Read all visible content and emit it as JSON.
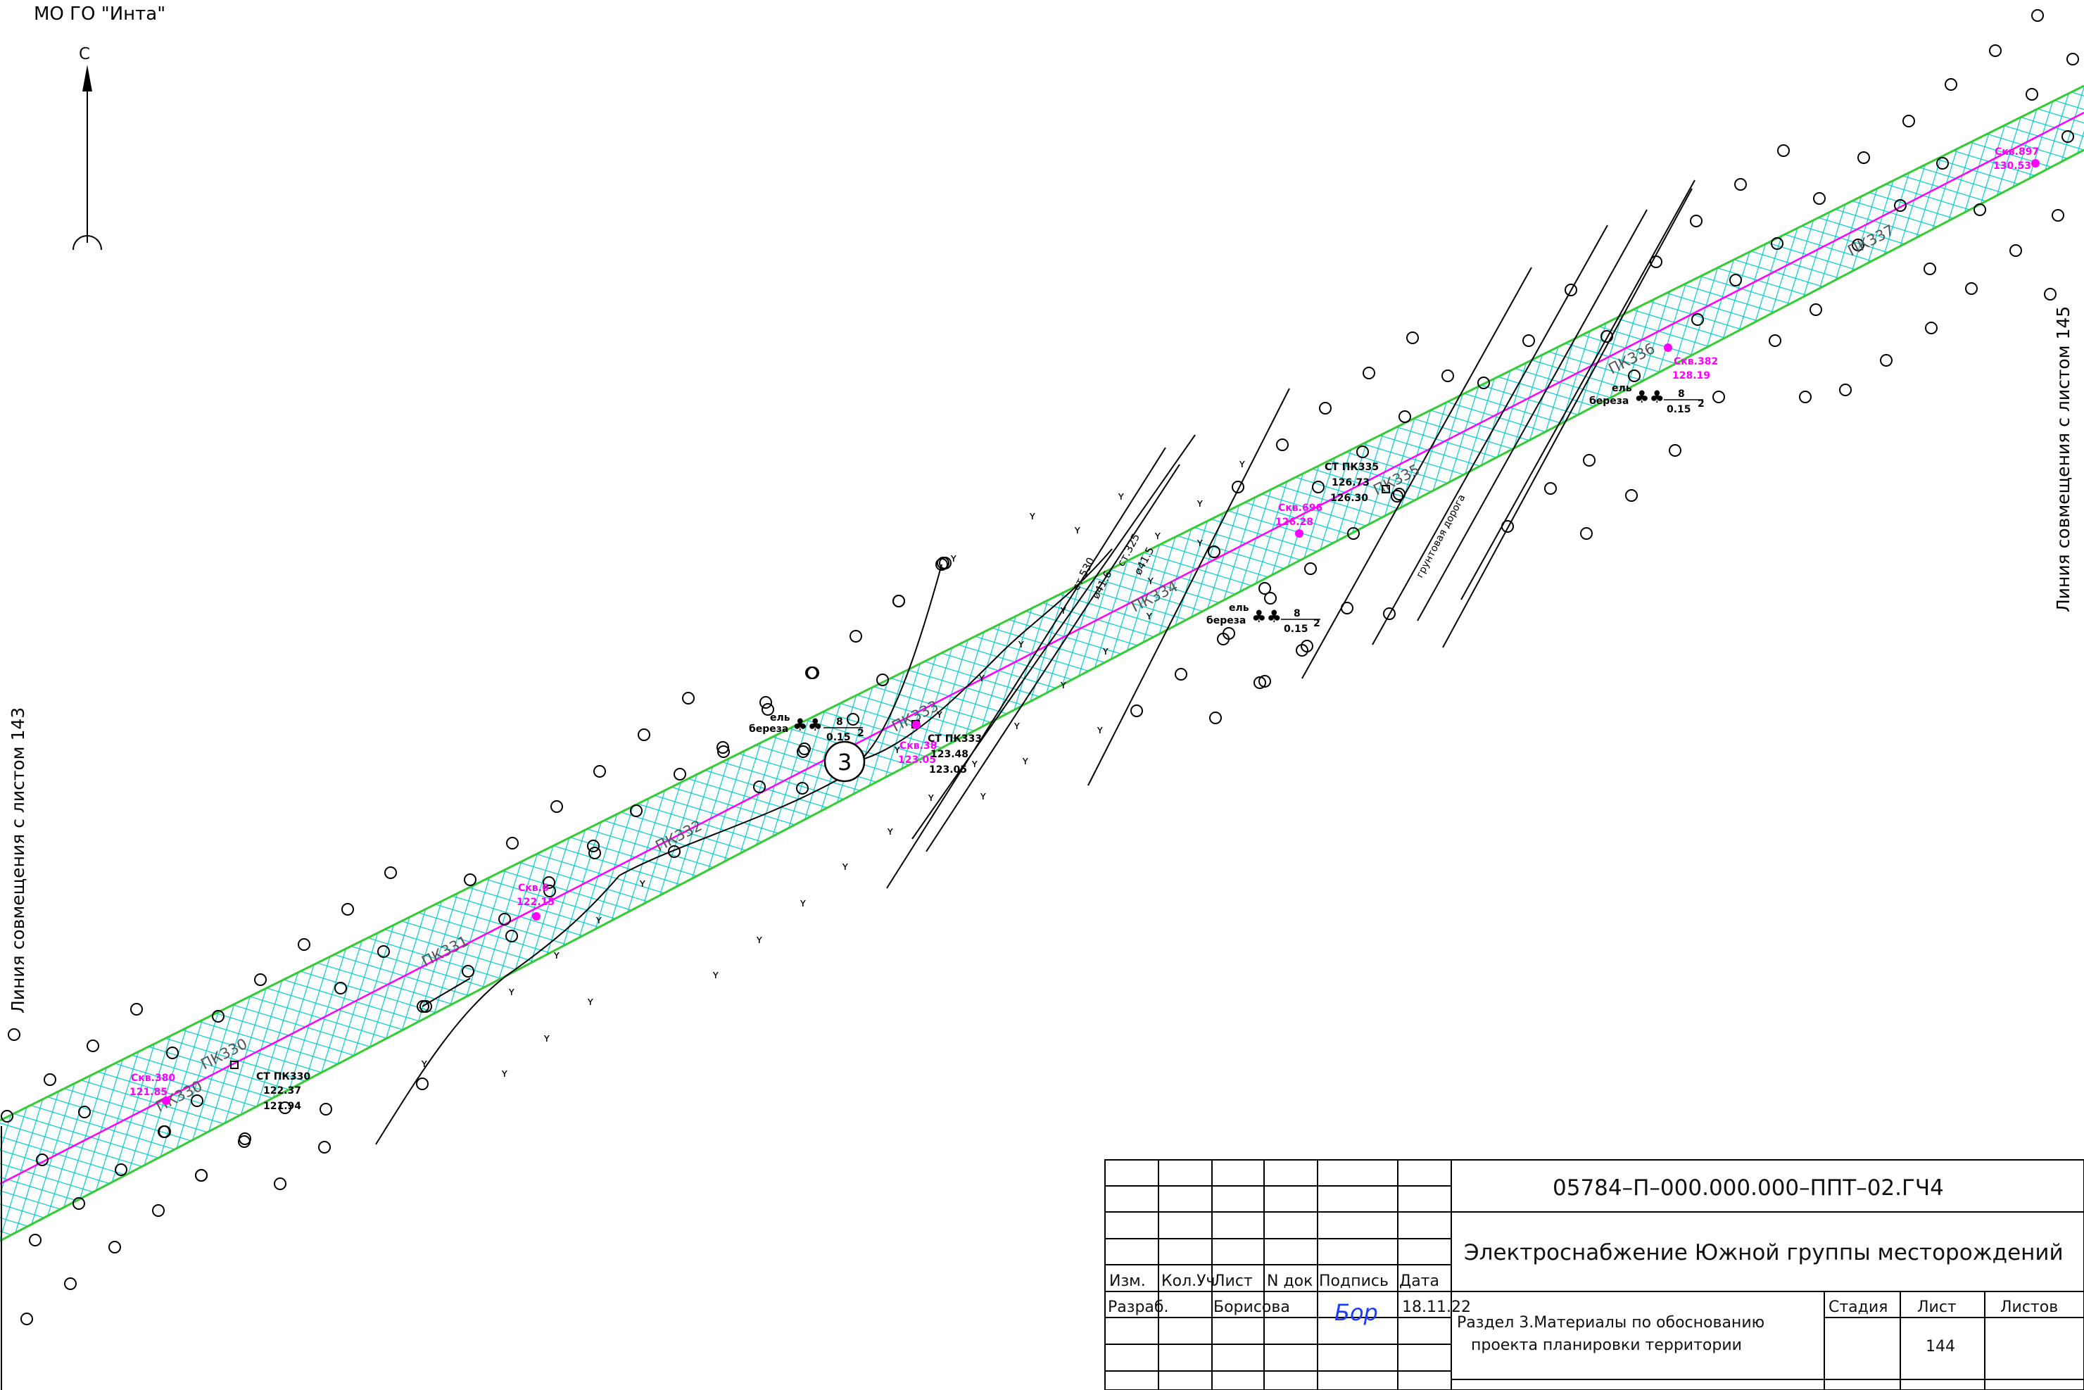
{
  "map": {
    "municipality": "МО ГО \"Инта\"",
    "north_letter": "С",
    "match_line_left": "Линия совмещения с листом 143",
    "match_line_right": "Линия совмещения с листом 145",
    "colors": {
      "corridor_fill": "#00cccc",
      "corridor_border": "#33cc33",
      "axis_line": "#ff00ff",
      "well_labels": "#ff00ff",
      "signature": "#1a3cff"
    },
    "pickets": [
      {
        "label": "ПК330"
      },
      {
        "label": "ПК330"
      },
      {
        "label": "ПК331"
      },
      {
        "label": "ПК332"
      },
      {
        "label": "ПК333"
      },
      {
        "label": "ПК334"
      },
      {
        "label": "ПК335"
      },
      {
        "label": "ПК336"
      },
      {
        "label": "ПК337"
      }
    ],
    "wells": [
      {
        "label": "Скв.380",
        "elev": "121.85"
      },
      {
        "label": "Скв.6",
        "elev": "122.15"
      },
      {
        "label": "Скв.38",
        "elev": "123.05"
      },
      {
        "label": "Скв.696",
        "elev": "126.28"
      },
      {
        "label": "Скв.382",
        "elev": "128.19"
      },
      {
        "label": "Скв.897",
        "elev": "130.53"
      }
    ],
    "stations": [
      {
        "label": "СТ ПК330",
        "v1": "122.37",
        "v2": "121.94"
      },
      {
        "label": "СТ ПК333",
        "v1": "123.48",
        "v2": "123.05"
      },
      {
        "label": "СТ ПК335",
        "v1": "126.73",
        "v2": "126.30"
      }
    ],
    "tree_groups": [
      {
        "species1": "ель",
        "species2": "береза",
        "height": "8",
        "dia": "0.15",
        "count": "2"
      },
      {
        "species1": "ель",
        "species2": "береза",
        "height": "8",
        "dia": "0.15",
        "count": "2"
      },
      {
        "species1": "ель",
        "species2": "береза",
        "height": "8",
        "dia": "0.15",
        "count": "2"
      }
    ],
    "point_marker": "3",
    "road_label": "грунтовая дорога",
    "utility_labels": [
      "ст.530",
      "ø41.6",
      "ст.325",
      "ø41.5"
    ]
  },
  "title_block": {
    "doc_code": "05784–П–000.000.000–ППТ–02.ГЧ4",
    "project_name": "Электроснабжение Южной группы месторождений",
    "section_title_line1": "Раздел 3.Материалы по обоснованию",
    "section_title_line2": "проекта планировки территории",
    "headers": {
      "izm": "Изм.",
      "kol": "Кол.Уч",
      "list": "Лист",
      "ndok": "N док",
      "podpis": "Подпись",
      "data": "Дата"
    },
    "row_developed_label": "Разраб.",
    "developer": "Борисова",
    "signature": "Бор",
    "date": "18.11.22",
    "stage_label": "Стадия",
    "sheet_label": "Лист",
    "sheets_label": "Листов",
    "sheet_number": "144"
  }
}
